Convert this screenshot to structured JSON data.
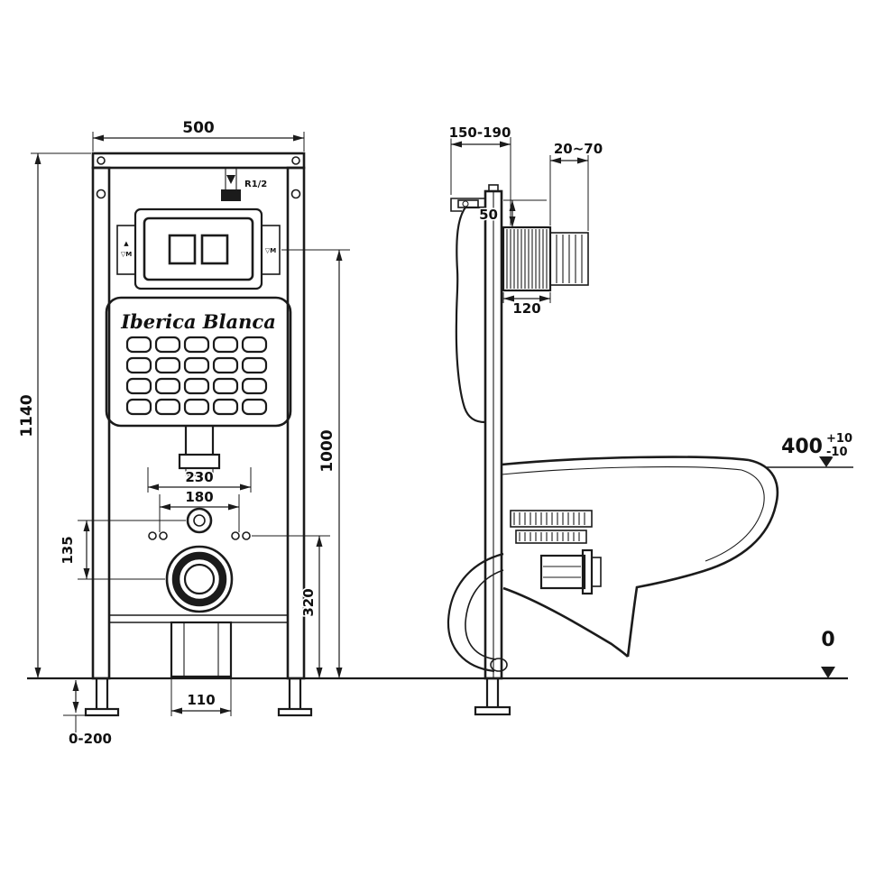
{
  "brand_label": "Iberica Blanca",
  "front": {
    "dim_width_top": "500",
    "dim_height_total": "1140",
    "inlet_thread": "R1/2",
    "dim_flush_height": "1000",
    "dim_pipe_span": "230",
    "dim_bolt_span": "180",
    "dim_offset": "135",
    "dim_outlet_height": "320",
    "dim_outlet_width": "110",
    "dim_feet_range": "0-200",
    "mark_left_top": "▲",
    "mark_left_bottom": "▽M",
    "mark_right": "▽M"
  },
  "side": {
    "dim_depth_range": "150-190",
    "dim_wall_range": "20~70",
    "dim_top_gap": "50",
    "dim_plate": "120",
    "dim_rim_height": "400",
    "tol_plus": "+10",
    "tol_minus": "-10",
    "floor_level": "0"
  }
}
